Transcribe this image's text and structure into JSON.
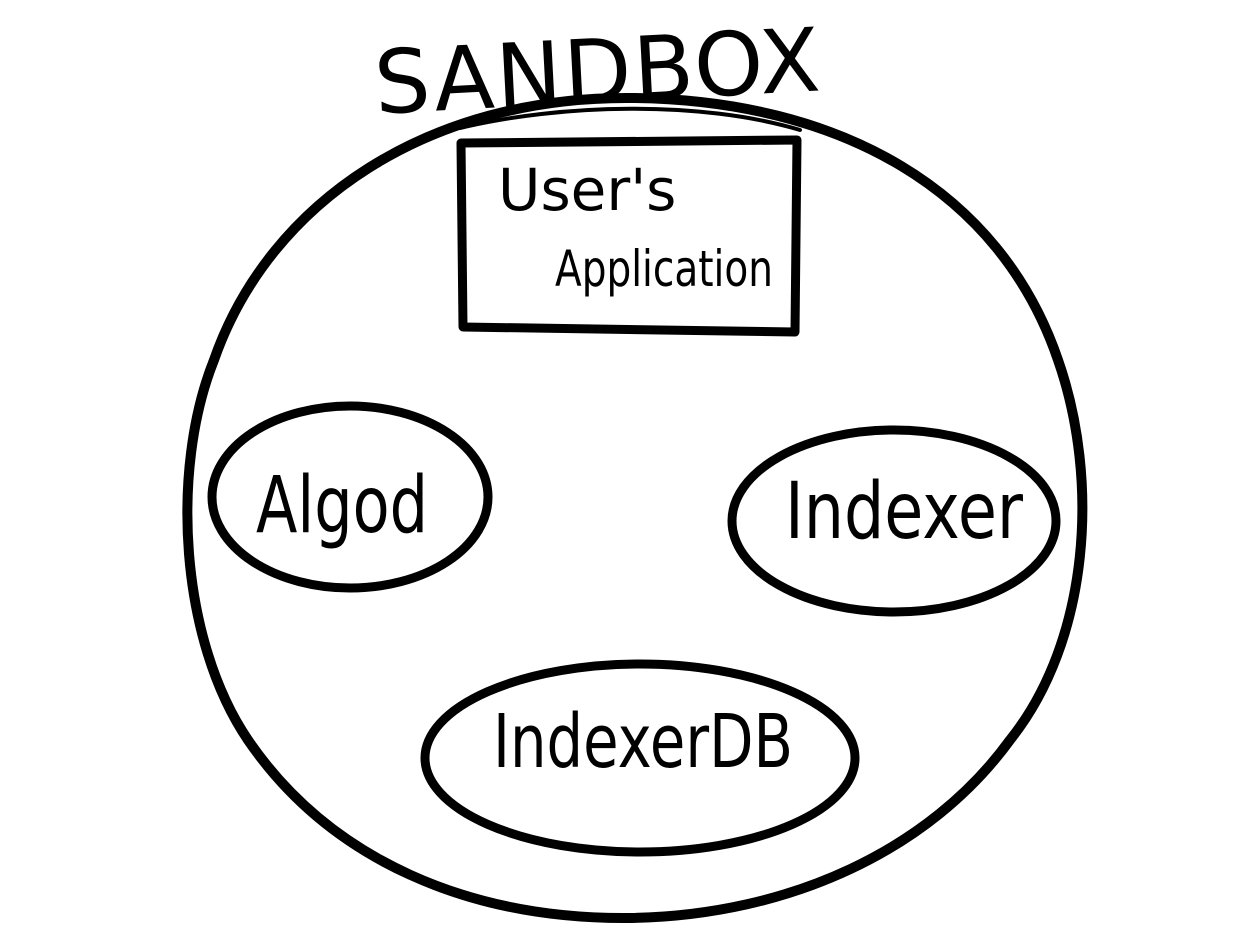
{
  "diagram": {
    "title": "SANDBOX",
    "app_box": {
      "line1": "User's",
      "line2": "Application"
    },
    "nodes": {
      "algod": "Algod",
      "indexer": "Indexer",
      "indexer_db": "IndexerDB"
    }
  },
  "colors": {
    "ink": "#000000",
    "background": "#ffffff"
  }
}
